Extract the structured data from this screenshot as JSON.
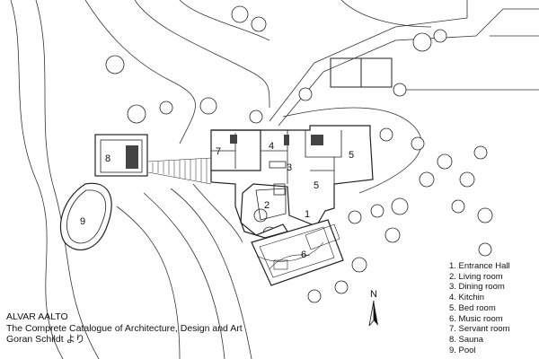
{
  "plan": {
    "room_labels": [
      "8",
      "9",
      "7",
      "4",
      "3",
      "5",
      "2",
      "5",
      "1",
      "6"
    ]
  },
  "legend": [
    "1. Entrance Hall",
    "2. Living room",
    "3. Dining room",
    "4. Kitchin",
    "5. Bed room",
    "6. Music room",
    "7. Servant room",
    "8. Sauna",
    "9. Pool"
  ],
  "north_label": "N",
  "credit": {
    "line1": "ALVAR AALTO",
    "line2": "The Comprete Catalogue of Architecture, Design and Art",
    "line3": "Goran Schildt より"
  }
}
